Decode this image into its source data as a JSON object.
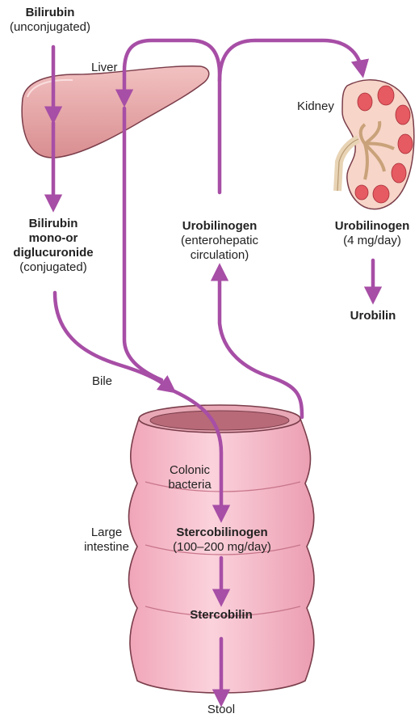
{
  "colors": {
    "arrow": "#a74ea6",
    "organ_fill": "#f4b8c2",
    "organ_stroke": "#7a3d4a",
    "liver_fill": "#e8a7a7",
    "kidney_cortex": "#f7d5c8",
    "kidney_pyramid": "#e65a61"
  },
  "labels": {
    "bilirubin_bold": "Bilirubin",
    "bilirubin_note": "(unconjugated)",
    "liver": "Liver",
    "conjugated_bold_1": "Bilirubin",
    "conjugated_bold_2": "mono-or",
    "conjugated_bold_3": "diglucuronide",
    "conjugated_note": "(conjugated)",
    "urobilinogen_bold": "Urobilinogen",
    "urobilinogen_note_1": "(enterohepatic",
    "urobilinogen_note_2": "circulation)",
    "kidney": "Kidney",
    "kidney_urobilinogen_bold": "Urobilinogen",
    "kidney_urobilinogen_note": "(4 mg/day)",
    "urobilin": "Urobilin",
    "bile": "Bile",
    "colonic_1": "Colonic",
    "colonic_2": "bacteria",
    "large_1": "Large",
    "large_2": "intestine",
    "stercobilinogen_bold": "Stercobilinogen",
    "stercobilinogen_note": "(100–200 mg/day)",
    "stercobilin": "Stercobilin",
    "stool": "Stool"
  }
}
